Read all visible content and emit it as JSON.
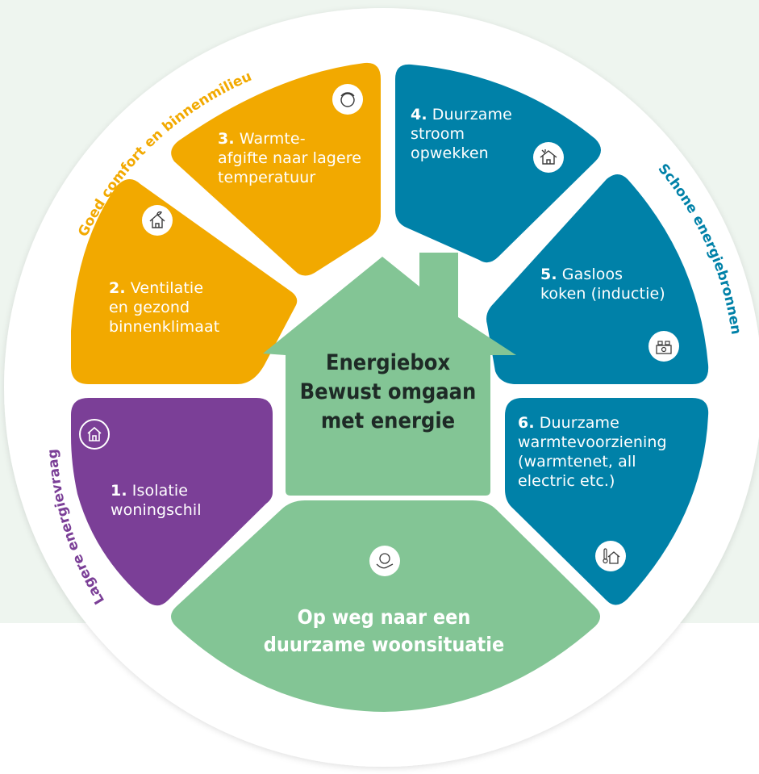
{
  "center": {
    "lines": [
      "Energiebox",
      "Bewust omgaan",
      "met energie"
    ]
  },
  "bottom": {
    "lines": [
      "Op weg naar een",
      "duurzame woonsituatie"
    ]
  },
  "segments": [
    {
      "number": "1.",
      "lines": [
        "Isolatie",
        "woningschil"
      ],
      "icon": "house-outline-icon",
      "color": "#7b3f97"
    },
    {
      "number": "2.",
      "lines": [
        "Ventilatie",
        "en gezond",
        "binnenklimaat"
      ],
      "icon": "house-plant-icon",
      "color": "#f2a900"
    },
    {
      "number": "3.",
      "lines": [
        "Warmte-",
        "afgifte naar lagere",
        "temperatuur"
      ],
      "icon": "thermostat-dial-icon",
      "color": "#f2a900"
    },
    {
      "number": "4.",
      "lines": [
        "Duurzame",
        "stroom",
        "opwekken"
      ],
      "icon": "house-solar-icon",
      "color": "#0081a8"
    },
    {
      "number": "5.",
      "lines": [
        "Gasloos",
        "koken (inductie)"
      ],
      "icon": "stove-icon",
      "color": "#0081a8"
    },
    {
      "number": "6.",
      "lines": [
        "Duurzame",
        "warmtevoorziening",
        "(warmtenet, all",
        "electric etc.)"
      ],
      "icon": "house-thermometer-icon",
      "color": "#0081a8"
    }
  ],
  "arc_labels": {
    "comfort": "Goed comfort en binnenmilieu",
    "energy_sources": "Schone energiebronnen",
    "demand": "Lagere energievraag"
  },
  "colors": {
    "green": "#83c595",
    "orange": "#f2a900",
    "blue": "#0081a8",
    "purple": "#7b3f97",
    "text_dark": "#1e2a26"
  }
}
